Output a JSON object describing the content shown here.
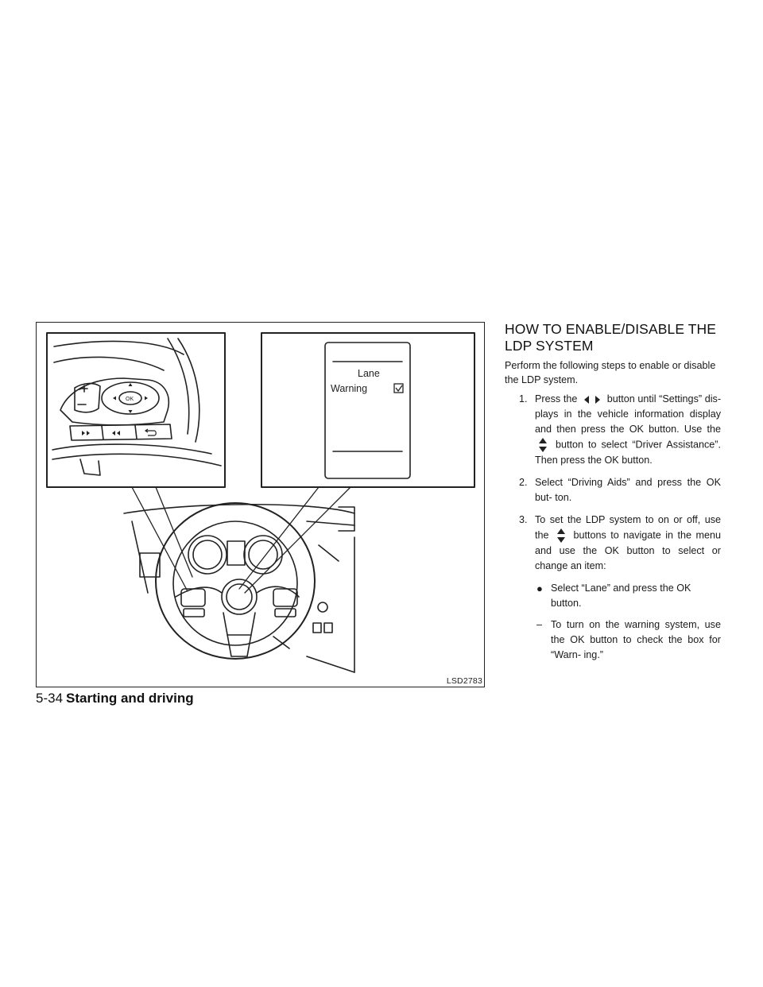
{
  "heading": "HOW TO ENABLE/DISABLE THE LDP SYSTEM",
  "intro": "Perform the following steps to enable or disable the LDP system.",
  "steps": {
    "s1": {
      "num": "1.",
      "a": "Press the",
      "b": "button until “Settings” dis- plays in the vehicle information display and then press the OK button. Use the",
      "c": "button to select “Driver Assistance”. Then press the OK button."
    },
    "s2": {
      "num": "2.",
      "text": "Select “Driving Aids” and press the OK but- ton."
    },
    "s3": {
      "num": "3.",
      "a": "To set the LDP system to on or off, use the",
      "b": "buttons to navigate in the menu and use the OK button to select or change an item:"
    }
  },
  "bullet": {
    "mark": "●",
    "text": "Select “Lane” and press the OK button."
  },
  "dash": {
    "mark": "–",
    "text": "To turn on the warning system, use the OK button to check the box for “Warn- ing.”"
  },
  "figure": {
    "code": "LSD2783",
    "display_line1": "Lane",
    "display_line2": "Warning",
    "ok_label": "OK"
  },
  "footer": {
    "page": "5-34",
    "section": "Starting and driving"
  },
  "icons": [
    "left-right-arrows-icon",
    "up-down-arrows-icon",
    "checkbox-checked-icon"
  ]
}
